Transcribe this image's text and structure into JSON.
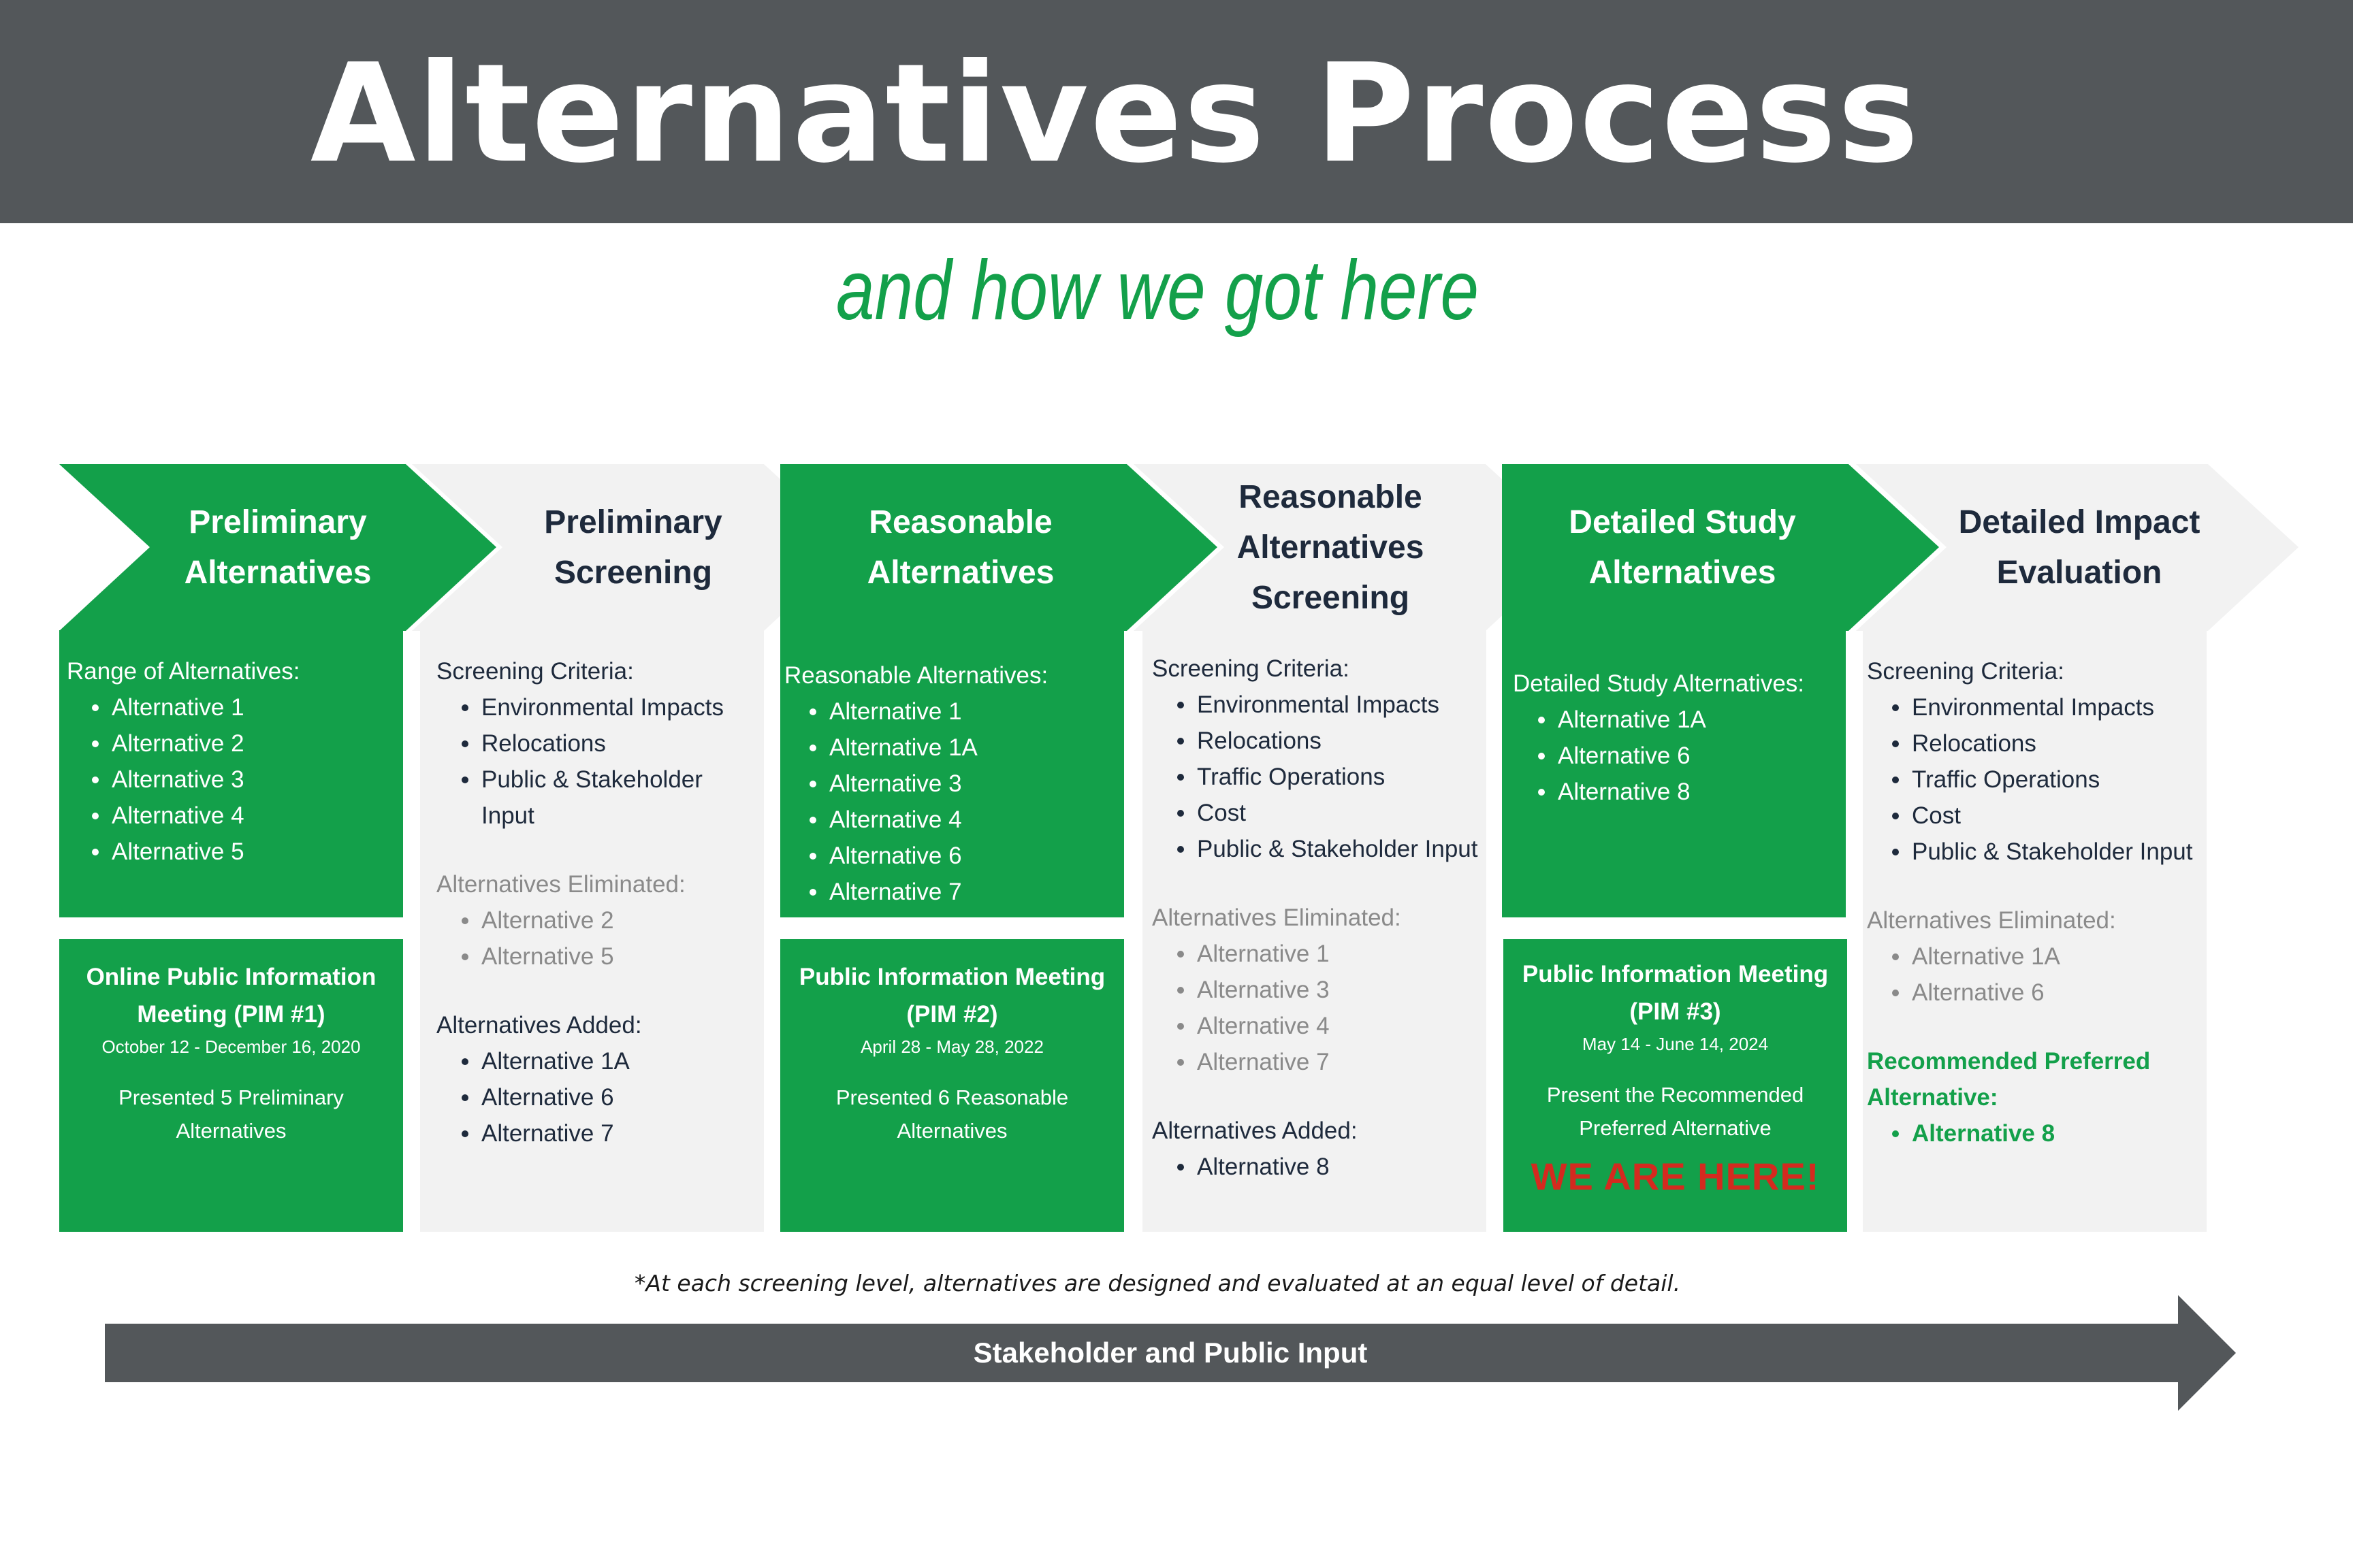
{
  "header": {
    "title": "Alternatives Process"
  },
  "subtitle": "and how we got here",
  "stages": [
    {
      "title": "Preliminary Alternatives",
      "sections": [
        {
          "heading": "Range of Alternatives:",
          "items": [
            "Alternative 1",
            "Alternative 2",
            "Alternative 3",
            "Alternative 4",
            "Alternative 5"
          ]
        }
      ],
      "meeting": {
        "title": "Online Public Information Meeting (PIM #1)",
        "dates": "October 12 - December 16, 2020",
        "desc": "Presented 5 Preliminary Alternatives"
      }
    },
    {
      "title": "Preliminary Screening",
      "sections": [
        {
          "heading": "Screening Criteria:",
          "items": [
            "Environmental Impacts",
            "Relocations",
            "Public & Stakeholder Input"
          ]
        },
        {
          "heading": "Alternatives Eliminated:",
          "items": [
            "Alternative 2",
            "Alternative 5"
          ]
        },
        {
          "heading": "Alternatives Added:",
          "items": [
            "Alternative 1A",
            "Alternative 6",
            "Alternative 7"
          ]
        }
      ]
    },
    {
      "title": "Reasonable Alternatives",
      "sections": [
        {
          "heading": "Reasonable Alternatives:",
          "items": [
            "Alternative 1",
            "Alternative 1A",
            "Alternative 3",
            "Alternative 4",
            "Alternative 6",
            "Alternative 7"
          ]
        }
      ],
      "meeting": {
        "title": "Public Information Meeting (PIM #2)",
        "dates": "April 28 - May 28, 2022",
        "desc": "Presented 6 Reasonable Alternatives"
      }
    },
    {
      "title": "Reasonable Alternatives Screening",
      "sections": [
        {
          "heading": "Screening Criteria:",
          "items": [
            "Environmental Impacts",
            "Relocations",
            "Traffic Operations",
            "Cost",
            "Public & Stakeholder Input"
          ]
        },
        {
          "heading": "Alternatives Eliminated:",
          "items": [
            "Alternative 1",
            "Alternative 3",
            "Alternative 4",
            "Alternative 7"
          ]
        },
        {
          "heading": "Alternatives Added:",
          "items": [
            "Alternative 8"
          ]
        }
      ]
    },
    {
      "title": "Detailed Study Alternatives",
      "sections": [
        {
          "heading": "Detailed Study Alternatives:",
          "items": [
            "Alternative 1A",
            "Alternative 6",
            "Alternative 8"
          ]
        }
      ],
      "meeting": {
        "title": "Public Information Meeting (PIM #3)",
        "dates": "May 14 - June 14, 2024",
        "desc": "Present the Recommended Preferred Alternative",
        "highlight": "WE ARE HERE!"
      }
    },
    {
      "title": "Detailed Impact Evaluation",
      "sections": [
        {
          "heading": "Screening Criteria:",
          "items": [
            "Environmental Impacts",
            "Relocations",
            "Traffic Operations",
            "Cost",
            "Public & Stakeholder Input"
          ]
        },
        {
          "heading": "Alternatives Eliminated:",
          "items": [
            "Alternative 1A",
            "Alternative 6"
          ]
        },
        {
          "heading": "Recommended Preferred Alternative:",
          "items": [
            "Alternative 8"
          ]
        }
      ]
    }
  ],
  "footnote": "*At  each screening level, alternatives are designed and evaluated at an equal level of detail.",
  "bottom_arrow": {
    "label": "Stakeholder and Public Input"
  },
  "colors": {
    "green": "#13a04a",
    "gray_header": "#53575a",
    "panel_gray": "#f2f2f2",
    "navy_text": "#1e2a3c",
    "red_highlight": "#d42a1f"
  }
}
